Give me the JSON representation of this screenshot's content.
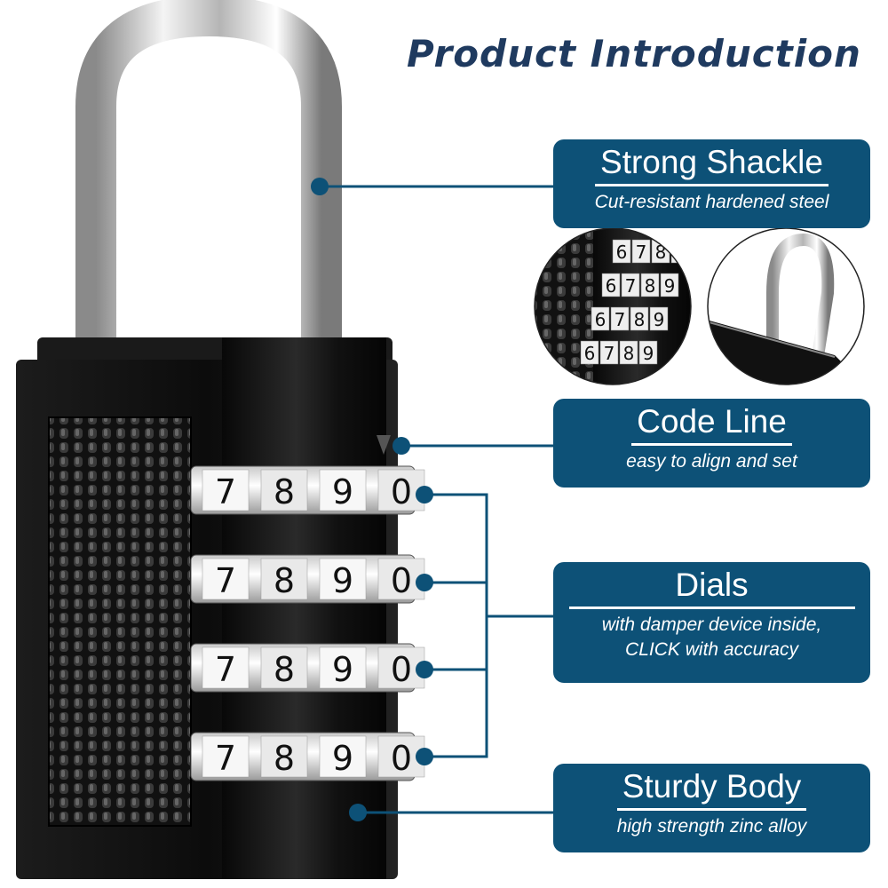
{
  "title": "Product Introduction",
  "features": [
    {
      "heading": "Strong Shackle",
      "sub": "Cut-resistant hardened steel"
    },
    {
      "heading": "Code Line",
      "sub": "easy to align and set"
    },
    {
      "heading": "Dials",
      "sub": "with damper device inside,",
      "sub2": "CLICK with accuracy"
    },
    {
      "heading": "Sturdy Body",
      "sub": "high strength zinc alloy"
    }
  ],
  "dials": [
    {
      "digits": [
        "7",
        "8",
        "9",
        "0"
      ]
    },
    {
      "digits": [
        "7",
        "8",
        "9",
        "0"
      ]
    },
    {
      "digits": [
        "7",
        "8",
        "9",
        "0"
      ]
    },
    {
      "digits": [
        "7",
        "8",
        "9",
        "0"
      ]
    }
  ],
  "detail_dials": [
    "6",
    "7",
    "8",
    "9"
  ],
  "colors": {
    "accent": "#0d5177",
    "title": "#1f3a5f",
    "body": "#111111"
  }
}
